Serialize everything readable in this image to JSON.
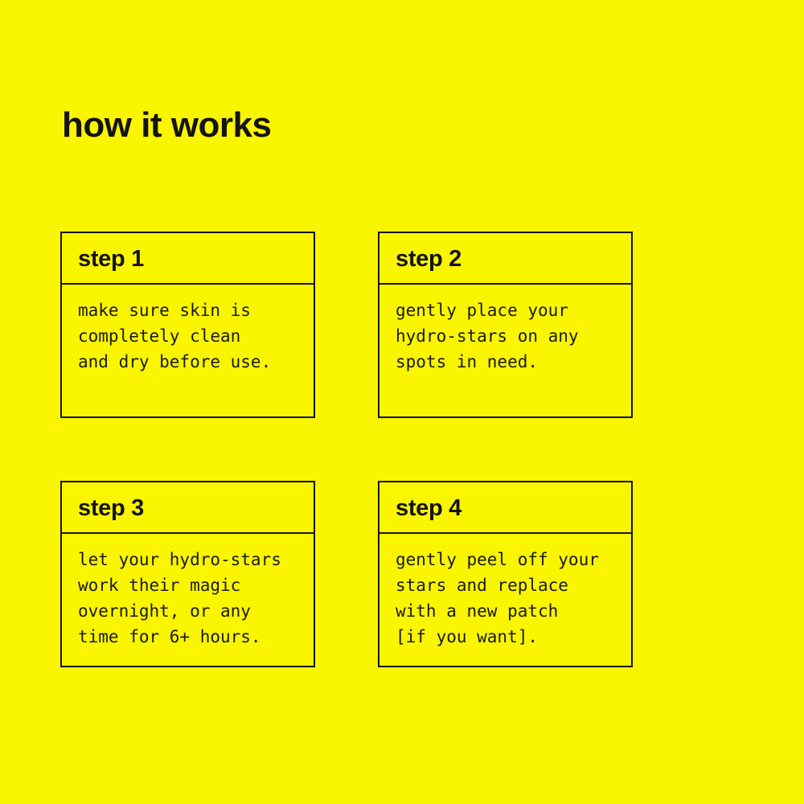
{
  "page": {
    "title": "how it works"
  },
  "colors": {
    "background": "#FAF500",
    "text": "#141414",
    "border": "#141414"
  },
  "steps": [
    {
      "label": "step 1",
      "body": "make sure skin is\ncompletely clean\nand dry before use."
    },
    {
      "label": "step 2",
      "body": "gently place your\nhydro-stars on any\nspots in need."
    },
    {
      "label": "step 3",
      "body": "let your hydro-stars\nwork their magic\novernight, or any\ntime for 6+ hours."
    },
    {
      "label": "step 4",
      "body": "gently peel off your\nstars and replace\nwith a new patch\n[if you want]."
    }
  ]
}
